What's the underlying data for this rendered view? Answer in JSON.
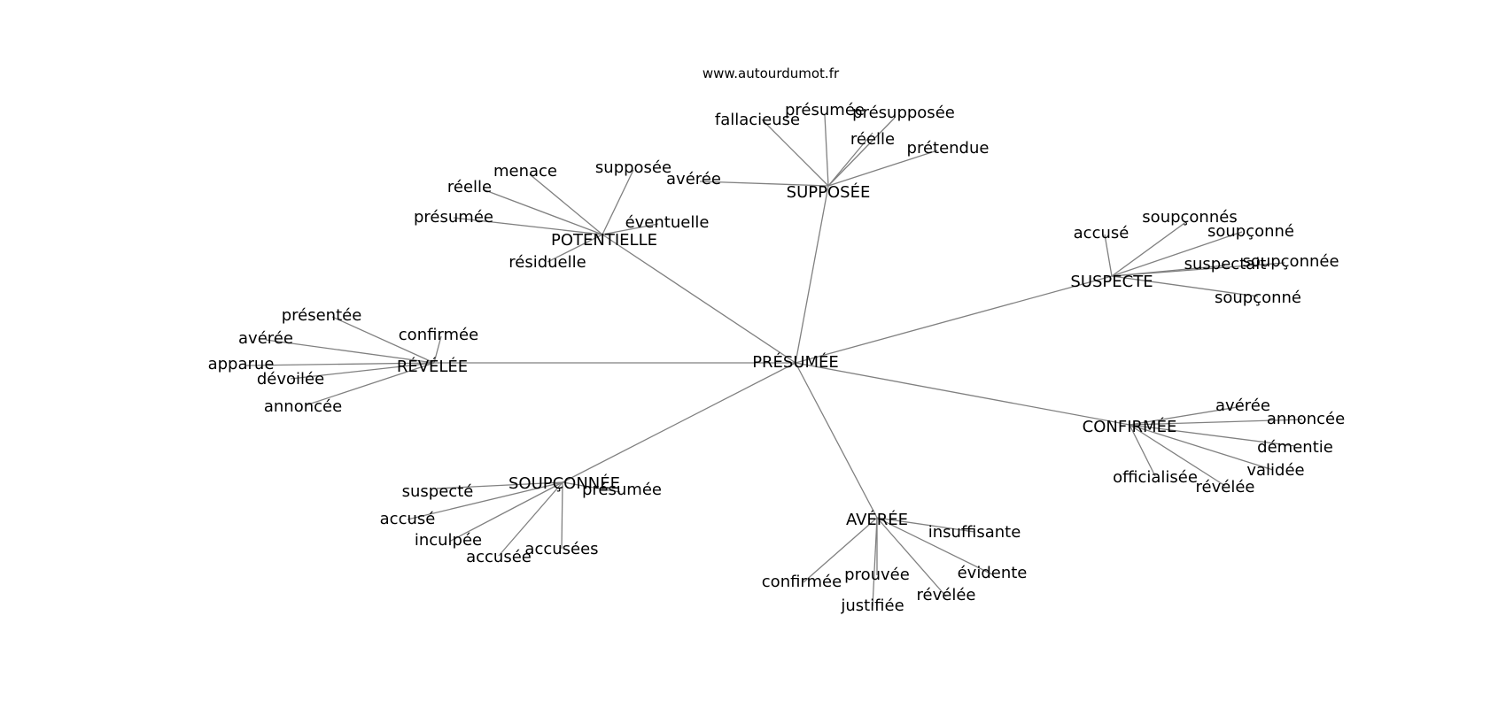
{
  "site": "www.autourdumot.fr",
  "center": "PRÉSUMÉE",
  "clusters": [
    {
      "label": "SUPPOSÉE",
      "leaves": [
        "fallacieuse",
        "présumée",
        "présupposée",
        "réelle",
        "prétendue",
        "avérée"
      ]
    },
    {
      "label": "POTENTIELLE",
      "leaves": [
        "menace",
        "réelle",
        "présumée",
        "supposée",
        "éventuelle",
        "résiduelle"
      ]
    },
    {
      "label": "SUSPECTE",
      "leaves": [
        "accusé",
        "soupçonnés",
        "soupçonné",
        "suspectait",
        "soupçonnée",
        "soupçonné"
      ]
    },
    {
      "label": "RÉVÉLÉE",
      "leaves": [
        "présentée",
        "avérée",
        "confirmée",
        "apparue",
        "dévoilée",
        "annoncée"
      ]
    },
    {
      "label": "CONFIRMÉE",
      "leaves": [
        "avérée",
        "annoncée",
        "démentie",
        "validée",
        "officialisée",
        "révélée"
      ]
    },
    {
      "label": "SOUPÇONNÉE",
      "leaves": [
        "suspecté",
        "présumée",
        "accusé",
        "inculpée",
        "accusée",
        "accusées"
      ]
    },
    {
      "label": "AVÉRÉE",
      "leaves": [
        "insuffisante",
        "confirmée",
        "prouvée",
        "évidente",
        "justifiée",
        "révélée"
      ]
    }
  ]
}
